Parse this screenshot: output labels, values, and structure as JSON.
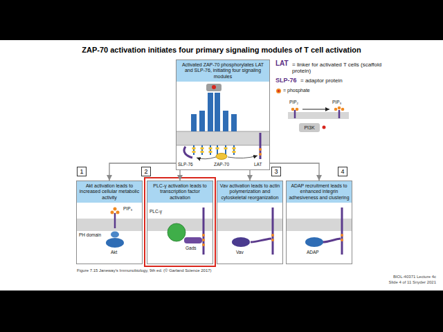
{
  "diagram": {
    "title": "ZAP-70 activation initiates four primary signaling modules of T cell activation",
    "caption": "Figure 7.15 Janeway's Immunobiology, 9th ed. (© Garland Science 2017)",
    "nodes": [
      {
        "text": [
          "Activated ZAP-70 phosphorylates LAT and SLP-76, initiating four signaling modules"
        ]
      },
      {
        "text": [
          "PI3K"
        ]
      },
      {
        "text": [
          "1"
        ]
      },
      {
        "text": [
          "2"
        ]
      },
      {
        "text": [
          "3"
        ]
      },
      {
        "text": [
          "4"
        ]
      },
      {
        "text": [
          "Akt activation leads to increased cellular metabolic activity"
        ]
      },
      {
        "text": [
          "PLC-γ activation leads to transcription factor activation"
        ]
      },
      {
        "text": [
          "Vav activation leads to actin polymerization and cytoskeletal reorganization"
        ]
      },
      {
        "text": [
          "ADAP recruitment leads to enhanced integrin adhesiveness and clustering"
        ]
      }
    ],
    "edges": [
      {
        "from": 0,
        "to": 6,
        "arrow": "to"
      },
      {
        "from": 0,
        "to": 7,
        "arrow": "to"
      },
      {
        "from": 0,
        "to": 8,
        "arrow": "to"
      },
      {
        "from": 0,
        "to": 9,
        "arrow": "to"
      }
    ],
    "labels": [
      "LAT",
      "= linker for activated T cells (scaffold protein)",
      "SLP-76",
      "= adaptor protein",
      "PIP₂",
      "PIP₃",
      "SLP-76",
      "ZAP-70",
      "LAT",
      "PIP₃",
      "PH domain",
      "Akt",
      "PLC-γ",
      "Gads",
      "Vav",
      "ADAP",
      "BIOL-40371 Lecture 4c",
      "Slide 4 of 11 Snyder 2021"
    ],
    "legend": [
      {
        "text": "= phosphate"
      }
    ]
  }
}
